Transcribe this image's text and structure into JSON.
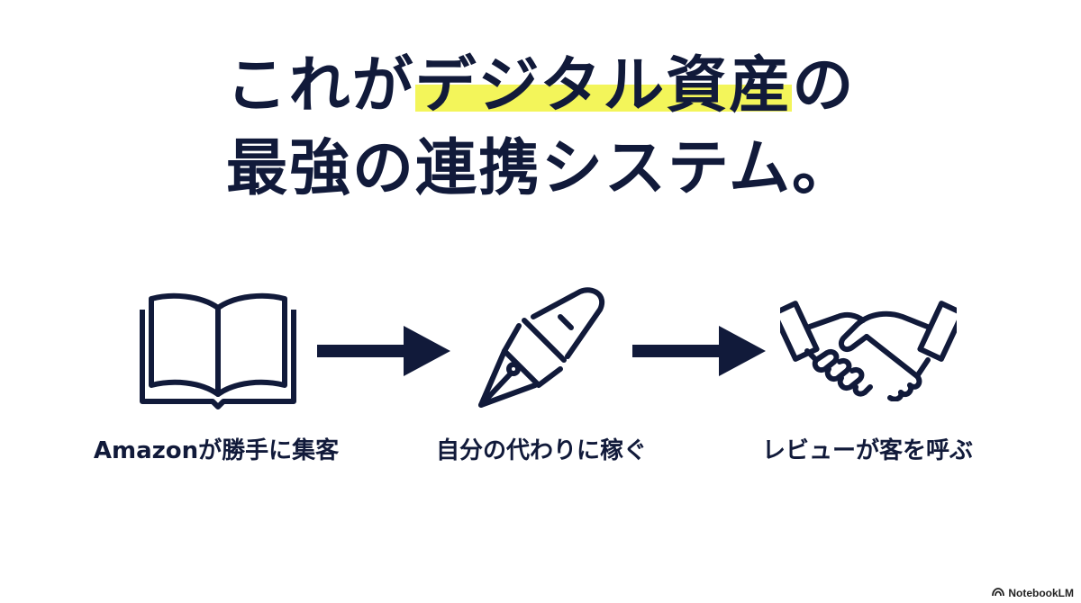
{
  "title": {
    "line1_prefix": "これが",
    "line1_highlight": "デジタル資産",
    "line1_suffix": "の",
    "line2": "最強の連携システム。"
  },
  "steps": [
    {
      "icon": "book-icon",
      "caption": "Amazonが勝手に集客"
    },
    {
      "icon": "fountain-pen-icon",
      "caption": "自分の代わりに稼ぐ"
    },
    {
      "icon": "handshake-icon",
      "caption": "レビューが客を呼ぶ"
    }
  ],
  "colors": {
    "text": "#111a3a",
    "highlight": "#f3f55a",
    "background": "#ffffff"
  },
  "brand": {
    "label": "NotebookLM",
    "icon": "notebooklm-logo-icon"
  }
}
